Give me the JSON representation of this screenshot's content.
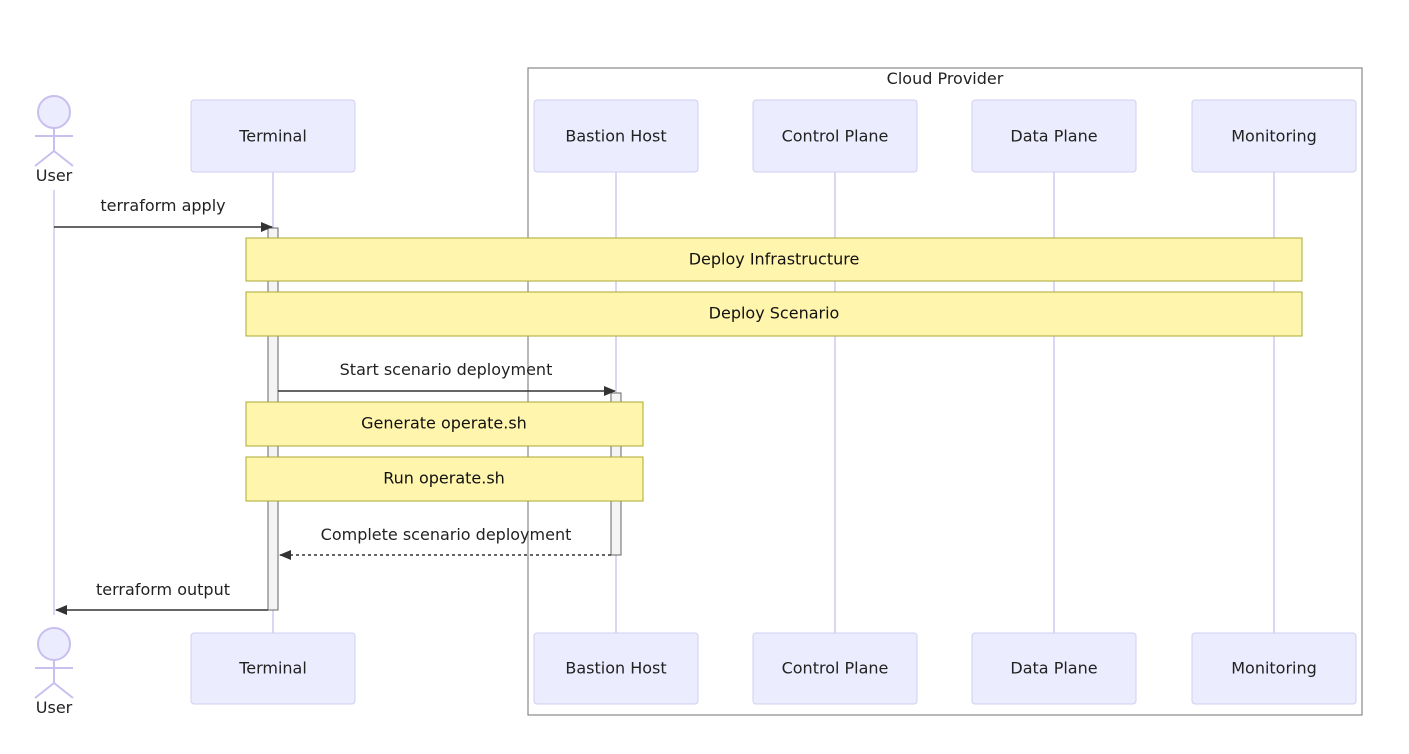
{
  "group": {
    "label": "Cloud Provider"
  },
  "actor": {
    "name": "User"
  },
  "participants": [
    {
      "id": "terminal",
      "label": "Terminal"
    },
    {
      "id": "bastion",
      "label": "Bastion Host"
    },
    {
      "id": "control",
      "label": "Control Plane"
    },
    {
      "id": "data",
      "label": "Data Plane"
    },
    {
      "id": "monitoring",
      "label": "Monitoring"
    }
  ],
  "notes": [
    {
      "label": "Deploy Infrastructure"
    },
    {
      "label": "Deploy Scenario"
    },
    {
      "label": "Generate operate.sh"
    },
    {
      "label": "Run operate.sh"
    }
  ],
  "messages": [
    {
      "from": "User",
      "to": "Terminal",
      "label": "terraform apply",
      "style": "solid"
    },
    {
      "from": "Terminal",
      "to": "Bastion Host",
      "label": "Start scenario deployment",
      "style": "solid"
    },
    {
      "from": "Bastion Host",
      "to": "Terminal",
      "label": "Complete scenario deployment",
      "style": "dotted"
    },
    {
      "from": "Terminal",
      "to": "User",
      "label": "terraform output",
      "style": "solid"
    }
  ],
  "colors": {
    "participant_fill": "#ECECFF",
    "note_fill": "#FFF5AD",
    "lifeline": "#D2CCF2",
    "arrow": "#333333"
  }
}
